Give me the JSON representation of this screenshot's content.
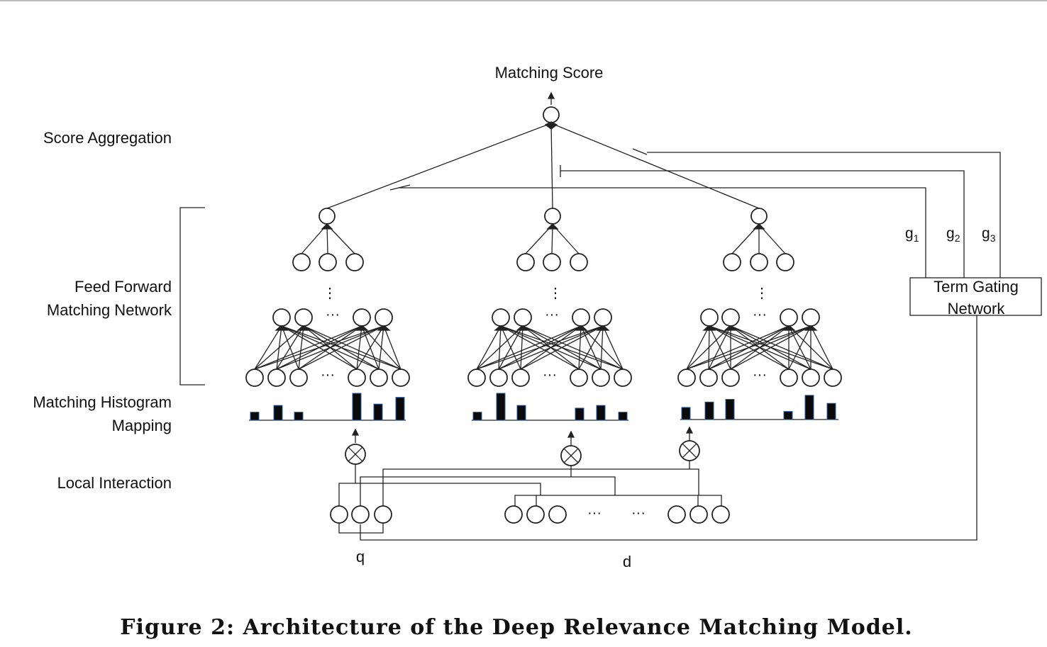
{
  "labels": {
    "output": "Matching Score",
    "score_aggregation": "Score Aggregation",
    "ffn_line1": "Feed Forward",
    "ffn_line2": "Matching Network",
    "hist_line1": "Matching Histogram",
    "hist_line2": "Mapping",
    "local_interaction": "Local Interaction",
    "gating_line1": "Term Gating",
    "gating_line2": "Network",
    "gate_1": "g",
    "gate_2": "g",
    "gate_3": "g",
    "gate_1_sub": "1",
    "gate_2_sub": "2",
    "gate_3_sub": "3",
    "query": "q",
    "document": "d",
    "ellipsis_h": "···",
    "ellipsis_v": "⋮"
  },
  "caption": "Figure 2:  Architecture of the Deep Relevance Matching Model.",
  "histograms": [
    [
      0.3,
      0.55,
      0.3,
      1.0,
      0.6,
      0.85
    ],
    [
      0.3,
      1.0,
      0.55,
      0.45,
      0.55,
      0.3
    ],
    [
      0.45,
      0.65,
      0.75,
      0.3,
      0.9,
      0.6
    ]
  ],
  "colors": {
    "line": "#222222",
    "bar": "#0a0a0a",
    "bar_edge": "#2a5fa8"
  }
}
